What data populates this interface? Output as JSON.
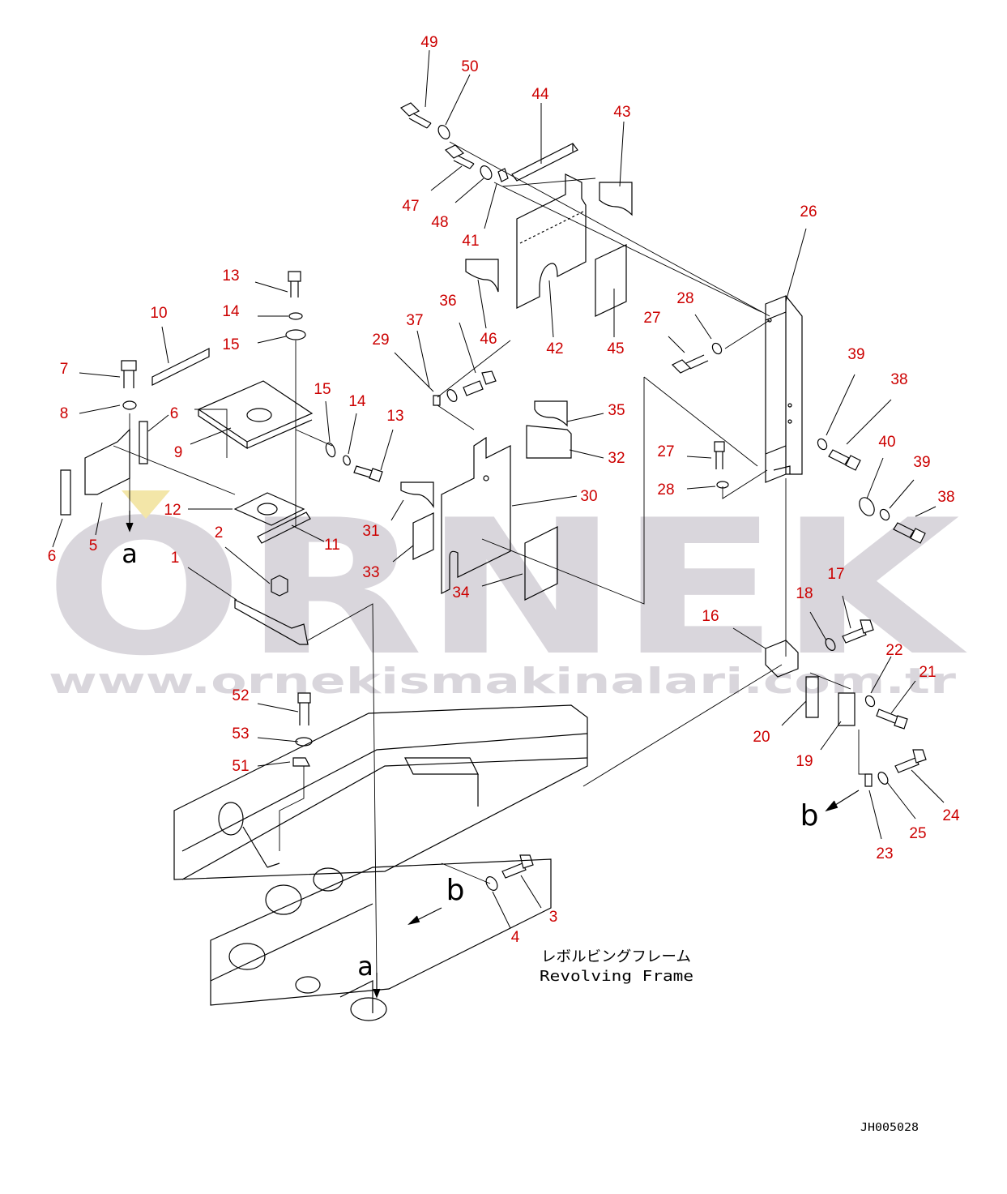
{
  "watermark": {
    "logo_text": "ORNEK",
    "url_text": "www.ornekismakinalari.com.tr"
  },
  "callout_color": "#cc0000",
  "line_color": "#000000",
  "watermark_color": "#d9d6dc",
  "frame_label": {
    "japanese": "レボルビングフレーム",
    "english": "Revolving Frame"
  },
  "view_markers": {
    "a": "a",
    "b": "b"
  },
  "drawing_code": "JH005028",
  "callouts": [
    {
      "id": "49",
      "label": "49"
    },
    {
      "id": "50",
      "label": "50"
    },
    {
      "id": "44",
      "label": "44"
    },
    {
      "id": "43",
      "label": "43"
    },
    {
      "id": "47",
      "label": "47"
    },
    {
      "id": "48",
      "label": "48"
    },
    {
      "id": "41",
      "label": "41"
    },
    {
      "id": "26",
      "label": "26"
    },
    {
      "id": "13a",
      "label": "13"
    },
    {
      "id": "14a",
      "label": "14"
    },
    {
      "id": "15a",
      "label": "15"
    },
    {
      "id": "10",
      "label": "10"
    },
    {
      "id": "37",
      "label": "37"
    },
    {
      "id": "36",
      "label": "36"
    },
    {
      "id": "29",
      "label": "29"
    },
    {
      "id": "46",
      "label": "46"
    },
    {
      "id": "42",
      "label": "42"
    },
    {
      "id": "45",
      "label": "45"
    },
    {
      "id": "27a",
      "label": "27"
    },
    {
      "id": "28a",
      "label": "28"
    },
    {
      "id": "7",
      "label": "7"
    },
    {
      "id": "8",
      "label": "8"
    },
    {
      "id": "6a",
      "label": "6"
    },
    {
      "id": "9",
      "label": "9"
    },
    {
      "id": "15b",
      "label": "15"
    },
    {
      "id": "14b",
      "label": "14"
    },
    {
      "id": "13b",
      "label": "13"
    },
    {
      "id": "35",
      "label": "35"
    },
    {
      "id": "32",
      "label": "32"
    },
    {
      "id": "39a",
      "label": "39"
    },
    {
      "id": "38a",
      "label": "38"
    },
    {
      "id": "27b",
      "label": "27"
    },
    {
      "id": "40",
      "label": "40"
    },
    {
      "id": "28b",
      "label": "28"
    },
    {
      "id": "39b",
      "label": "39"
    },
    {
      "id": "38b",
      "label": "38"
    },
    {
      "id": "12",
      "label": "12"
    },
    {
      "id": "2",
      "label": "2"
    },
    {
      "id": "11",
      "label": "11"
    },
    {
      "id": "30",
      "label": "30"
    },
    {
      "id": "31",
      "label": "31"
    },
    {
      "id": "6b",
      "label": "6"
    },
    {
      "id": "5",
      "label": "5"
    },
    {
      "id": "1",
      "label": "1"
    },
    {
      "id": "33",
      "label": "33"
    },
    {
      "id": "34",
      "label": "34"
    },
    {
      "id": "17",
      "label": "17"
    },
    {
      "id": "18",
      "label": "18"
    },
    {
      "id": "16",
      "label": "16"
    },
    {
      "id": "22",
      "label": "22"
    },
    {
      "id": "21",
      "label": "21"
    },
    {
      "id": "52",
      "label": "52"
    },
    {
      "id": "53",
      "label": "53"
    },
    {
      "id": "51",
      "label": "51"
    },
    {
      "id": "20",
      "label": "20"
    },
    {
      "id": "19",
      "label": "19"
    },
    {
      "id": "24",
      "label": "24"
    },
    {
      "id": "25",
      "label": "25"
    },
    {
      "id": "23",
      "label": "23"
    },
    {
      "id": "3",
      "label": "3"
    },
    {
      "id": "4",
      "label": "4"
    }
  ]
}
